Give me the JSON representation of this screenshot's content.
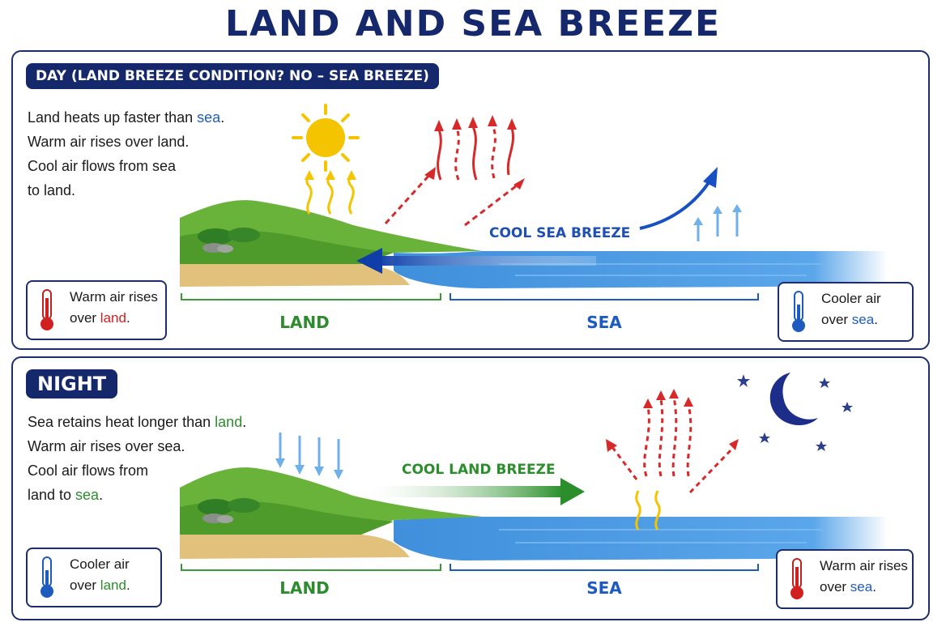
{
  "title": "LAND AND SEA BREEZE",
  "day": {
    "badge": "DAY (LAND BREEZE CONDITION? NO – SEA BREEZE)",
    "description": {
      "line1_prefix": "Land heats up faster than ",
      "line1_highlight": "sea",
      "line1_suffix": ".",
      "line2": "Warm air rises over land.",
      "line3": "Cool air flows from sea",
      "line4": "to land."
    },
    "breeze_label": "COOL SEA BREEZE",
    "land_label": "LAND",
    "sea_label": "SEA",
    "left_box": {
      "line1": "Warm air rises",
      "line2_prefix": "over ",
      "line2_highlight": "land",
      "line2_suffix": "."
    },
    "right_box": {
      "line1": "Cooler air",
      "line2_prefix": "over ",
      "line2_highlight": "sea",
      "line2_suffix": "."
    }
  },
  "night": {
    "badge": "NIGHT",
    "description": {
      "line1_prefix": "Sea retains heat longer than ",
      "line1_highlight": "land",
      "line1_suffix": ".",
      "line2": "Warm air rises over sea.",
      "line3": "Cool air flows from",
      "line4_prefix": "land to ",
      "line4_highlight": "sea",
      "line4_suffix": "."
    },
    "breeze_label": "COOL LAND BREEZE",
    "land_label": "LAND",
    "sea_label": "SEA",
    "left_box": {
      "line1": "Cooler air",
      "line2_prefix": "over ",
      "line2_highlight": "land",
      "line2_suffix": "."
    },
    "right_box": {
      "line1": "Warm air rises",
      "line2_prefix": "over ",
      "line2_highlight": "sea",
      "line2_suffix": "."
    }
  },
  "colors": {
    "navy": "#14286b",
    "sea_blue": "#1e5bbf",
    "land_green": "#2e8b2e",
    "warm_red": "#d12020",
    "sun_yellow": "#f5c400"
  },
  "icons": [
    "sun-icon",
    "moon-icon",
    "star-icon",
    "thermometer-red-icon",
    "thermometer-blue-icon",
    "hill-illustration",
    "water-illustration"
  ]
}
